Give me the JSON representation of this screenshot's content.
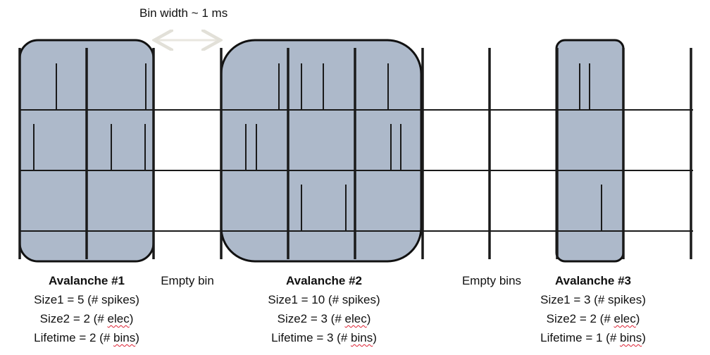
{
  "bin_width_label": "Bin width ~ 1 ms",
  "empty_bin_label": "Empty bin",
  "empty_bins_label": "Empty bins",
  "avalanches": [
    {
      "title": "Avalanche #1",
      "size1_prefix": "Size1 = 5 (# spikes)",
      "size2_prefix": "Size2 = 2 (# ",
      "size2_word": "elec",
      "size2_suffix": ")",
      "lifetime_prefix": "Lifetime = 2 (# ",
      "lifetime_word": "bins",
      "lifetime_suffix": ")"
    },
    {
      "title": "Avalanche #2",
      "size1_prefix": "Size1 = 10 (# spikes)",
      "size2_prefix": "Size2 = 3 (# ",
      "size2_word": "elec",
      "size2_suffix": ")",
      "lifetime_prefix": "Lifetime = 3 (# ",
      "lifetime_word": "bins",
      "lifetime_suffix": ")"
    },
    {
      "title": "Avalanche #3",
      "size1_prefix": "Size1 = 3 (# spikes)",
      "size2_prefix": "Size2 = 2 (# ",
      "size2_word": "elec",
      "size2_suffix": ")",
      "lifetime_prefix": "Lifetime = 1 (# ",
      "lifetime_word": "bins",
      "lifetime_suffix": ")"
    }
  ],
  "colors": {
    "avalanche_fill": "#adb9ca",
    "line": "#1a1a1a",
    "arrow": "#e8e6df"
  }
}
